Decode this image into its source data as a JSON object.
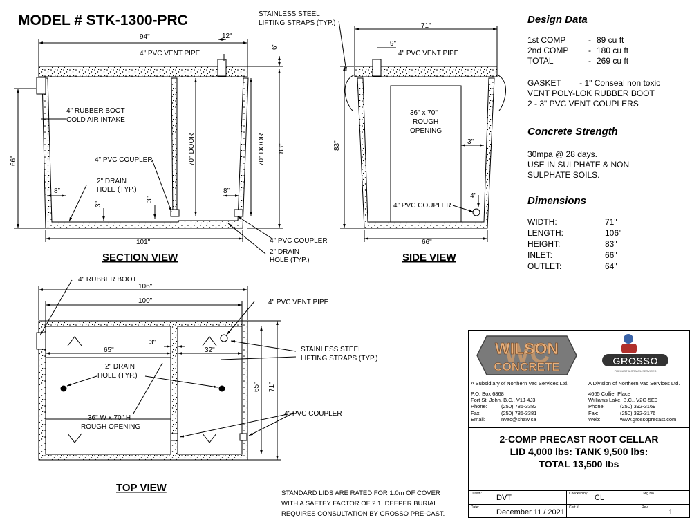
{
  "model_title": "MODEL # STK-1300-PRC",
  "views": {
    "section": "SECTION VIEW",
    "side": "SIDE VIEW",
    "top": "TOP VIEW"
  },
  "section_view": {
    "dim_94": "94\"",
    "dim_12": "12\"",
    "dim_6": "6\"",
    "dim_66": "66\"",
    "dim_83": "83\"",
    "dim_70_door_1": "70\" DOOR",
    "dim_70_door_2": "70\" DOOR",
    "dim_8_left": "8\"",
    "dim_8_right": "8\"",
    "dim_3_a": "3\"",
    "dim_3_b": "3\"",
    "dim_101": "101\"",
    "vent_pipe": "4\" PVC VENT PIPE",
    "rubber_boot_1": "4\" RUBBER BOOT",
    "rubber_boot_2": "COLD AIR INTAKE",
    "pvc_coupler": "4\" PVC COUPLER",
    "drain_1": "2\" DRAIN",
    "drain_2": "HOLE (TYP.)",
    "pvc_coupler_b": "4\" PVC COUPLER",
    "drain_b_1": "2\" DRAIN",
    "drain_b_2": "HOLE (TYP.)"
  },
  "side_view": {
    "straps_1": "STAINLESS STEEL",
    "straps_2": "LIFTING STRAPS (TYP.)",
    "dim_71": "71\"",
    "dim_9": "9\"",
    "vent_pipe": "4\" PVC VENT PIPE",
    "opening_1": "36\" x 70\"",
    "opening_2": "ROUGH",
    "opening_3": "OPENING",
    "dim_3": "3\"",
    "dim_83": "83\"",
    "dim_4": "4\"",
    "pvc_coupler": "4\" PVC COUPLER",
    "dim_66": "66\""
  },
  "top_view": {
    "rubber_boot": "4\" RUBBER BOOT",
    "dim_106": "106\"",
    "dim_100": "100\"",
    "vent_pipe": "4\" PVC VENT PIPE",
    "dim_65": "65\"",
    "dim_3": "3\"",
    "dim_32": "32\"",
    "straps_1": "STAINLESS STEEL",
    "straps_2": "LIFTING STRAPS (TYP.)",
    "drain_1": "2\" DRAIN",
    "drain_2": "HOLE (TYP.)",
    "dim_65_v": "65\"",
    "dim_71_v": "71\"",
    "opening_1": "36\" W x 70\" H",
    "opening_2": "ROUGH OPENING",
    "pvc_coupler": "4\" PVC COUPLER"
  },
  "design_data": {
    "heading": "Design Data",
    "rows": [
      {
        "label": "1st COMP",
        "sep": "-",
        "value": "89 cu ft"
      },
      {
        "label": "2nd COMP",
        "sep": "-",
        "value": "180 cu ft"
      },
      {
        "label": "TOTAL",
        "sep": "-",
        "value": "269 cu ft"
      }
    ],
    "gasket": "GASKET        - 1\" Conseal non toxic",
    "boot": "VENT POLY-LOK RUBBER BOOT",
    "couplers": "2 - 3\" PVC VENT COUPLERS"
  },
  "concrete_strength": {
    "heading": "Concrete Strength",
    "line1": "30mpa @ 28 days.",
    "line2": "USE IN SULPHATE & NON",
    "line3": "SULPHATE SOILS."
  },
  "dimensions": {
    "heading": "Dimensions",
    "rows": [
      {
        "label": "WIDTH:",
        "value": "71\""
      },
      {
        "label": "LENGTH:",
        "value": "106\""
      },
      {
        "label": "HEIGHT:",
        "value": "83\""
      },
      {
        "label": "INLET:",
        "value": "66\""
      },
      {
        "label": "OUTLET:",
        "value": "64\""
      }
    ]
  },
  "title_block": {
    "wilson": {
      "logo_line1": "WILSON",
      "logo_line2": "CONCRETE",
      "logo_mark": "WC",
      "subsidiary": "A Subsidiary of Northern Vac Services Ltd.",
      "address1": "P.O. Box 6868",
      "address2": "Fort St. John, B.C., V1J-4J3",
      "phone_label": "Phone:",
      "phone": "(250) 785-3382",
      "fax_label": "Fax:",
      "fax": "(250) 785-3381",
      "email_label": "Email:",
      "email": "nvac@shaw.ca"
    },
    "grosso": {
      "logo": "GROSSO",
      "logo_sub": "PRECAST & GRAVEL SERVICES",
      "division": "A Division of Northern Vac Services Ltd.",
      "address1": "4665 Collier Place",
      "address2": "Williams Lake, B.C., V2G-5E0",
      "phone_label": "Phone:",
      "phone": "(250) 392-3169",
      "fax_label": "Fax:",
      "fax": "(250) 392-3176",
      "web_label": "Web:",
      "web": "www.grossoprecast.com"
    },
    "title_line1": "2-COMP PRECAST ROOT CELLAR",
    "title_line2": "LID 4,000 lbs: TANK 9,500 lbs:",
    "title_line3": "TOTAL 13,500 lbs",
    "drawn_caption": "Drawn:",
    "drawn": "DVT",
    "checked_caption": "Checked by:",
    "checked": "CL",
    "dwg_caption": "Dwg No.",
    "dwg": "",
    "date_caption": "Date:",
    "date": "December 11 / 2021",
    "cert_caption": "Cert #:",
    "cert": "",
    "rev_caption": "Rev:",
    "rev": "1"
  },
  "note": {
    "line1": "STANDARD LIDS ARE RATED FOR 1.0m OF COVER",
    "line2": "WITH A SAFTEY FACTOR OF 2.1.  DEEPER BURIAL",
    "line3": "REQUIRES CONSULTATION BY GROSSO PRE-CAST."
  }
}
